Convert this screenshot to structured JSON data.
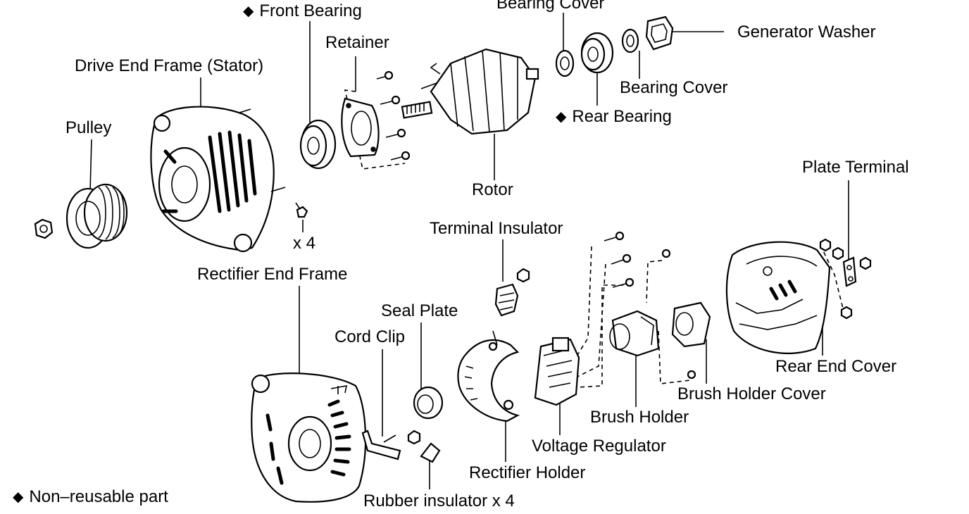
{
  "labels": {
    "bearing_cover_top": "Bearing Cover",
    "front_bearing": "Front Bearing",
    "generator_washer": "Generator Washer",
    "retainer": "Retainer",
    "drive_end_frame": "Drive End Frame (Stator)",
    "bearing_cover_right": "Bearing Cover",
    "rear_bearing": "Rear Bearing",
    "pulley": "Pulley",
    "rotor": "Rotor",
    "plate_terminal": "Plate Terminal",
    "terminal_insulator": "Terminal Insulator",
    "x4": "x 4",
    "rectifier_end_frame": "Rectifier End Frame",
    "seal_plate": "Seal Plate",
    "cord_clip": "Cord Clip",
    "rear_end_cover": "Rear End Cover",
    "brush_holder_cover": "Brush Holder Cover",
    "brush_holder": "Brush Holder",
    "voltage_regulator": "Voltage Regulator",
    "rectifier_holder": "Rectifier Holder",
    "rubber_insulator": "Rubber insulator x 4"
  },
  "legend": {
    "symbol": "◆",
    "text": "Non–reusable part"
  },
  "non_reusable_marker": "◆",
  "colors": {
    "ink": "#000000",
    "paper": "#ffffff"
  }
}
